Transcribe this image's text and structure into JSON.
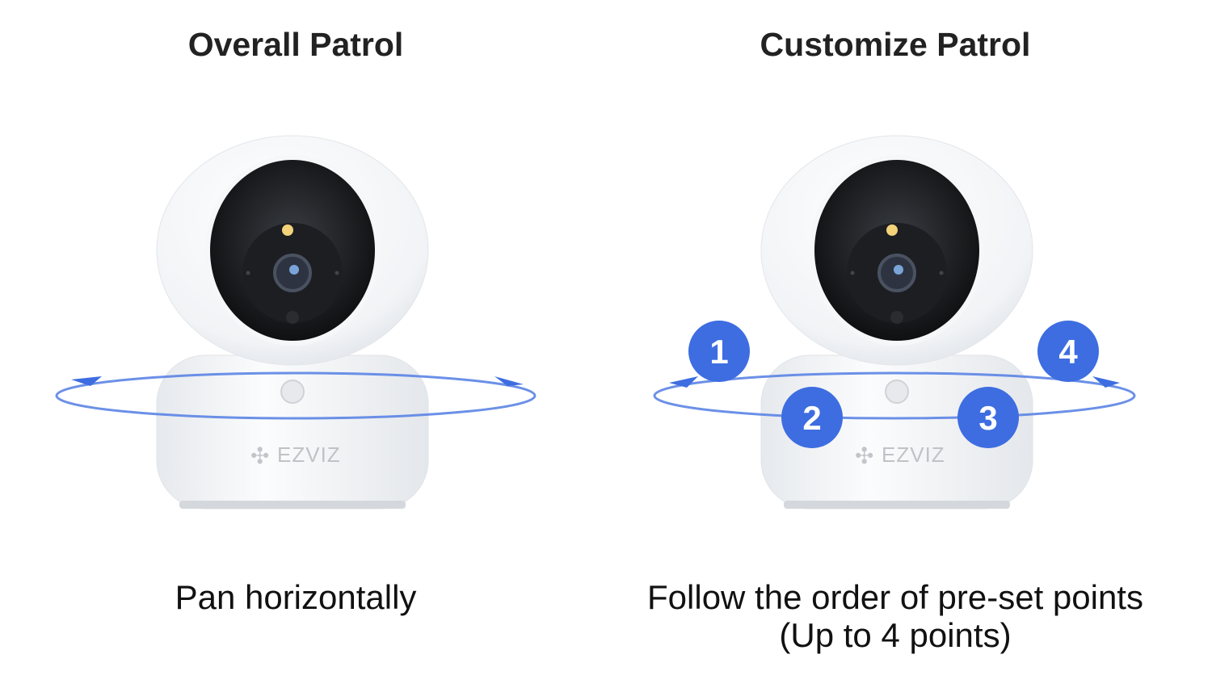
{
  "panels": [
    {
      "title": "Overall Patrol",
      "caption_lines": [
        "Pan horizontally"
      ]
    },
    {
      "title": "Customize Patrol",
      "caption_lines": [
        "Follow the order of pre-set points",
        "(Up to 4 points)"
      ]
    }
  ],
  "brand_logo": "EZVIZ",
  "preset_points": [
    "1",
    "2",
    "3",
    "4"
  ],
  "colors": {
    "accent": "#3d6de0",
    "ring": "#5b84e4",
    "text": "#222222"
  }
}
